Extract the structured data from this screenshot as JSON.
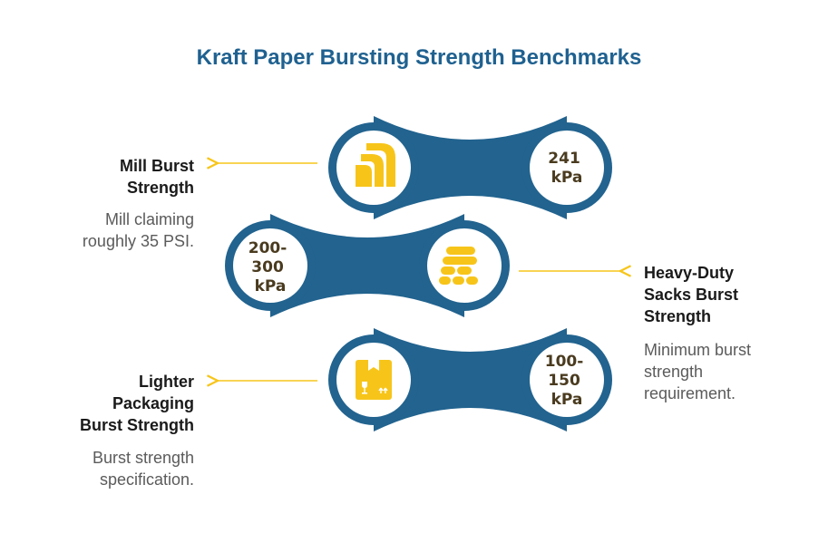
{
  "title": "Kraft Paper Bursting Strength Benchmarks",
  "colors": {
    "title": "#1f6190",
    "connector": "#22638f",
    "icon_fill": "#f7c51a",
    "arrow": "#f7c51a",
    "value_text": "#4a3b1f"
  },
  "items": [
    {
      "heading": [
        "Mill Burst",
        "Strength"
      ],
      "description": [
        "Mill claiming",
        "roughly 35 PSI."
      ],
      "value": [
        "241",
        "kPa"
      ],
      "icon": "stacked-sheets-icon"
    },
    {
      "heading": [
        "Heavy-Duty",
        "Sacks Burst",
        "Strength"
      ],
      "description": [
        "Minimum burst",
        "strength",
        "requirement."
      ],
      "value": [
        "200-",
        "300",
        "kPa"
      ],
      "icon": "stacked-sacks-icon"
    },
    {
      "heading": [
        "Lighter",
        "Packaging",
        "Burst Strength"
      ],
      "description": [
        "Burst strength",
        "specification."
      ],
      "value": [
        "100-",
        "150",
        "kPa"
      ],
      "icon": "box-icon"
    }
  ]
}
